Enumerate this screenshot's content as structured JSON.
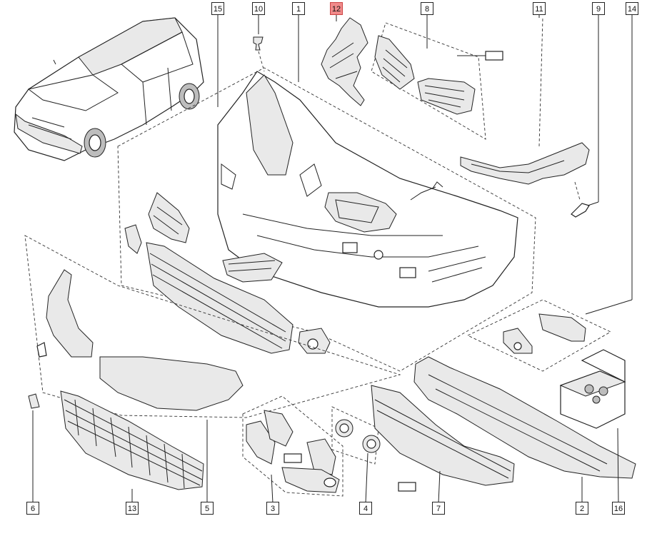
{
  "diagram": {
    "callouts": [
      {
        "id": "c15",
        "label": "15",
        "highlighted": false
      },
      {
        "id": "c10",
        "label": "10",
        "highlighted": false
      },
      {
        "id": "c1",
        "label": "1",
        "highlighted": false
      },
      {
        "id": "c12",
        "label": "12",
        "highlighted": true
      },
      {
        "id": "c8",
        "label": "8",
        "highlighted": false
      },
      {
        "id": "c11",
        "label": "11",
        "highlighted": false
      },
      {
        "id": "c9",
        "label": "9",
        "highlighted": false
      },
      {
        "id": "c14",
        "label": "14",
        "highlighted": false
      },
      {
        "id": "c6",
        "label": "6",
        "highlighted": false
      },
      {
        "id": "c13",
        "label": "13",
        "highlighted": false
      },
      {
        "id": "c5",
        "label": "5",
        "highlighted": false
      },
      {
        "id": "c3",
        "label": "3",
        "highlighted": false
      },
      {
        "id": "c4",
        "label": "4",
        "highlighted": false
      },
      {
        "id": "c7",
        "label": "7",
        "highlighted": false
      },
      {
        "id": "c2",
        "label": "2",
        "highlighted": false
      },
      {
        "id": "c16",
        "label": "16",
        "highlighted": false
      }
    ],
    "highlight_color": "#f08a8a"
  }
}
